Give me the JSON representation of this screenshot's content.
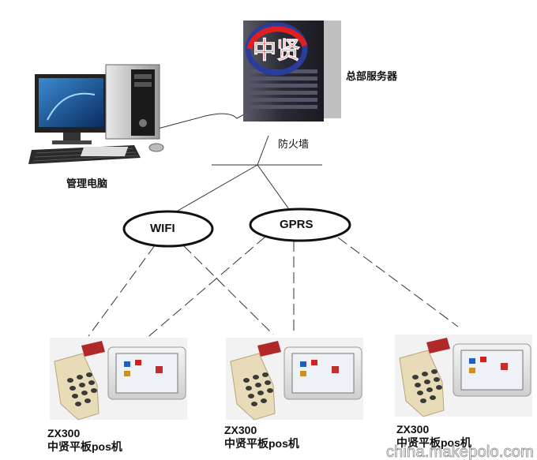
{
  "nodes": {
    "server": {
      "label": "总部服务器",
      "logo_text": "中贤"
    },
    "firewall": {
      "label": "防火墙"
    },
    "management_pc": {
      "label": "管理电脑"
    },
    "wifi": {
      "label": "WIFI"
    },
    "gprs": {
      "label": "GPRS"
    }
  },
  "terminals": [
    {
      "model": "ZX300",
      "name": "中贤平板pos机"
    },
    {
      "model": "ZX300",
      "name": "中贤平板pos机"
    },
    {
      "model": "ZX300",
      "name": "中贤平板pos机"
    }
  ],
  "watermark": "china.makepolo.com",
  "colors": {
    "line": "#333333",
    "logo_red": "#e02020",
    "logo_blue": "#2a3c9c",
    "server_dark": "#2e2e3a"
  }
}
